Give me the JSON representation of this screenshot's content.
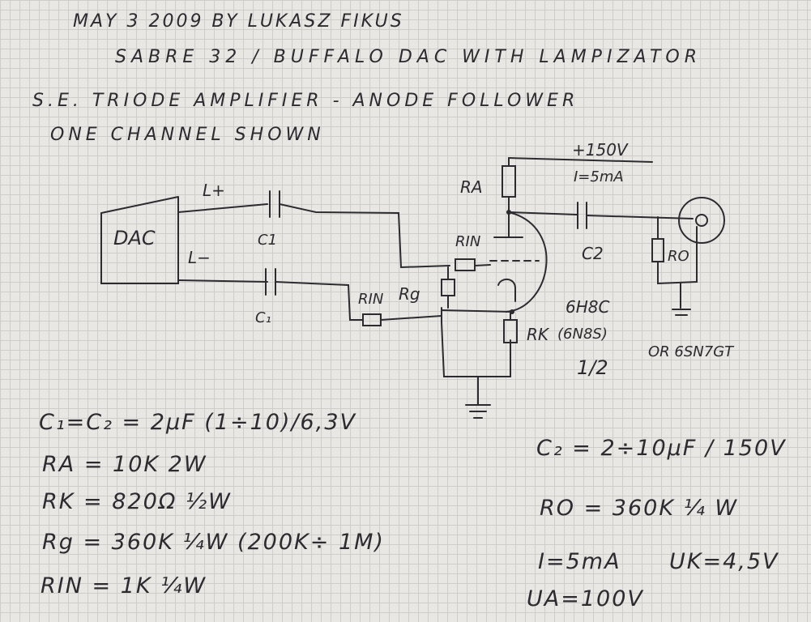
{
  "header": {
    "line1": "MAY 3 2009   BY LUKASZ FIKUS",
    "line2": "SABRE 32 / BUFFALO  DAC  WITH  LAMPIZATOR",
    "line3": "S.E. TRIODE  AMPLIFIER  - ANODE  FOLLOWER",
    "line4": "ONE  CHANNEL  SHOWN"
  },
  "schematic": {
    "dac": "DAC",
    "l_plus": "L+",
    "l_minus": "L−",
    "c1_top": "C1",
    "c1_bottom": "C₁",
    "ra": "RA",
    "rin_top": "RIN",
    "rin_bottom": "RIN",
    "rg": "Rg",
    "rk": "RK",
    "supply_voltage": "+150V",
    "supply_current": "I=5mA",
    "c2": "C2",
    "ro": "RO",
    "tube": "6H8C",
    "tube_alt": "(6N8S)",
    "half": "1/2",
    "tube_or": "OR 6SN7GT"
  },
  "notes": {
    "c1c2": "C₁=C₂ = 2μF (1÷10)/6,3V",
    "ra": "RA = 10K   2W",
    "rk": "RK = 820Ω  ½W",
    "rg": "Rg = 360K ¼W  (200K÷ 1M)",
    "rin": "RIN = 1K  ¼W",
    "c2": "C₂ = 2÷10μF / 150V",
    "ro": "RO = 360K  ¼ W",
    "i": "I=5mA",
    "uk": "UK=4,5V",
    "ua": "UA=100V"
  }
}
